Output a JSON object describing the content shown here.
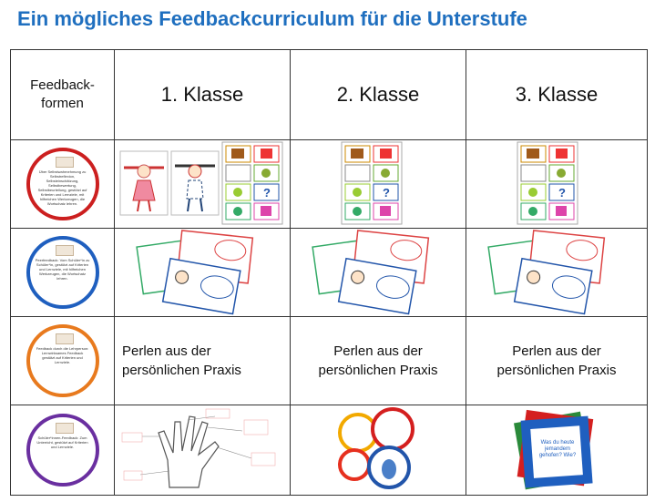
{
  "title": "Ein mögliches Feedbackcurriculum für die Unterstufe",
  "header": {
    "forms_label": "Feedback-\nformen",
    "columns": [
      "1. Klasse",
      "2. Klasse",
      "3. Klasse"
    ]
  },
  "rows": [
    {
      "badge_color": "#cc1f1f",
      "badge_text": "Über Selbstwahrnehmung zu Selbstreflexion, Selbsteinschätzung, Selbstbewertung, Selbstbeurteilung, gestützt auf Kriterien und Lernziele, mit hilfreichen Werkzeugen, die Wortschatz lehren.",
      "badge_accent": "Selbstwahrnehmung"
    },
    {
      "badge_color": "#1f5fbf",
      "badge_text": "Peerfeedback: Vom Schüler*in zu Schüler*in, gestützt auf Kriterien und Lernziele, mit hilfreichen Werkzeugen, die Wortschatz lehren.",
      "badge_accent": "Peerfeedback"
    },
    {
      "badge_color": "#e87a1e",
      "badge_text": "Feedback durch die Lehrperson: Lernwirksames Feedback gestützt auf Kriterien und Lernziele.",
      "badge_accent": "Feedback durch die Lehrperson",
      "cells": [
        "Perlen aus der\npersönlichen Praxis",
        "Perlen aus der\npersönlichen Praxis",
        "Perlen aus der\npersönlichen Praxis"
      ]
    },
    {
      "badge_color": "#6a2fa0",
      "badge_text": "Schüler*innen-Feedback: Zum Unterricht, gestützt auf Kriterien und Lernziele.",
      "badge_accent": "Schüler*innen-Feedback",
      "card_text": "Was du heute jemandem gehofen? Wie?"
    }
  ],
  "colors": {
    "title": "#1f6fbf",
    "border": "#333333"
  },
  "icons": {
    "weightlifter": "weightlifter-illustration",
    "card_grid": "icon-card-grid",
    "speech_cards": "speech-bubble-cards",
    "hand": "hand-diagram",
    "circles": "feedback-circles",
    "square_cards": "dotted-square-cards"
  }
}
